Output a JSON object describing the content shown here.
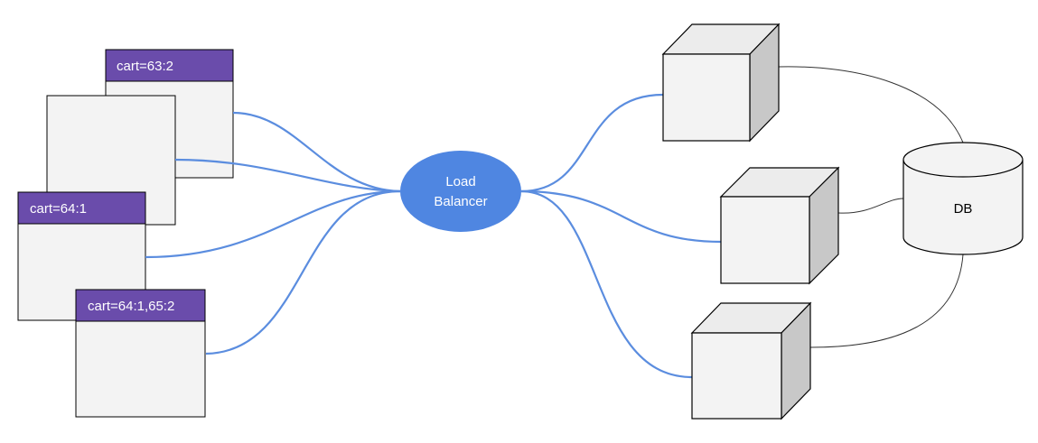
{
  "load_balancer": {
    "label_line1": "Load",
    "label_line2": "Balancer"
  },
  "database": {
    "label": "DB"
  },
  "clients": [
    {
      "cookie": "cart=63:2"
    },
    {
      "cookie": ""
    },
    {
      "cookie": "cart=64:1"
    },
    {
      "cookie": "cart=64:1,65:2"
    }
  ],
  "colors": {
    "cookie_bar": "#6a4cab",
    "connection": "#5b8ddf",
    "load_balancer": "#4f86e1",
    "window_fill": "#f3f3f3",
    "server_side": "#c8c8c8"
  }
}
